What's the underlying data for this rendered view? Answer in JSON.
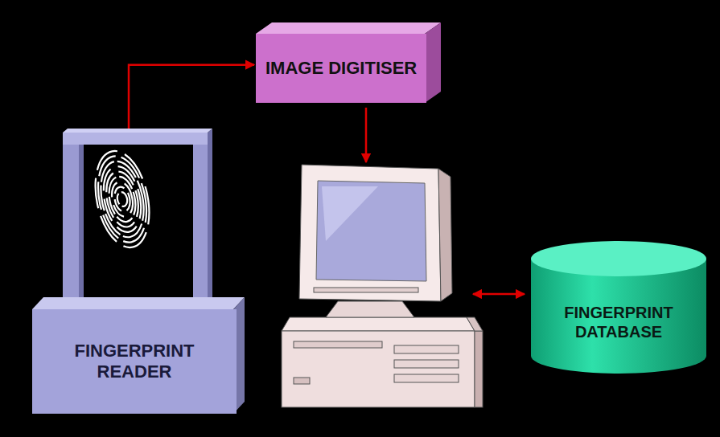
{
  "diagram": {
    "nodes": [
      {
        "text": [
          "IMAGE DIGITISER"
        ]
      },
      {
        "text": [
          "FINGERPRINT DATABASE"
        ]
      },
      {
        "text": [
          "FINGERPRINT READER"
        ]
      }
    ],
    "edges": [
      {
        "from": 2,
        "to": 0,
        "arrow": "to"
      }
    ]
  }
}
